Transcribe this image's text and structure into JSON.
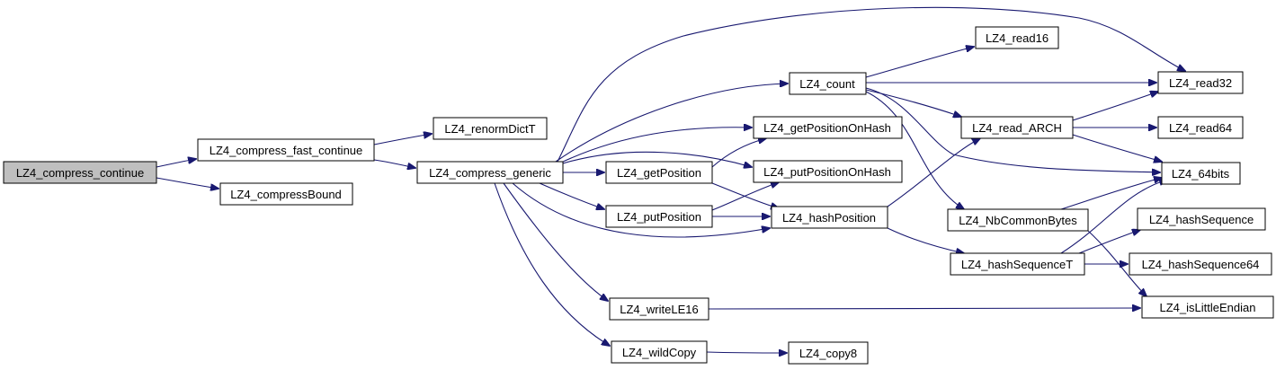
{
  "graph": {
    "edge_color": "#191970",
    "root_fill": "#bfbfbf",
    "node_fill": "#ffffff",
    "nodes": [
      {
        "id": "compress_continue",
        "label": "LZ4_compress_continue",
        "root": true
      },
      {
        "id": "compress_fast_continue",
        "label": "LZ4_compress_fast_continue"
      },
      {
        "id": "compressBound",
        "label": "LZ4_compressBound"
      },
      {
        "id": "renormDictT",
        "label": "LZ4_renormDictT"
      },
      {
        "id": "compress_generic",
        "label": "LZ4_compress_generic"
      },
      {
        "id": "count",
        "label": "LZ4_count"
      },
      {
        "id": "getPositionOnHash",
        "label": "LZ4_getPositionOnHash"
      },
      {
        "id": "putPositionOnHash",
        "label": "LZ4_putPositionOnHash"
      },
      {
        "id": "getPosition",
        "label": "LZ4_getPosition"
      },
      {
        "id": "putPosition",
        "label": "LZ4_putPosition"
      },
      {
        "id": "hashPosition",
        "label": "LZ4_hashPosition"
      },
      {
        "id": "writeLE16",
        "label": "LZ4_writeLE16"
      },
      {
        "id": "wildCopy",
        "label": "LZ4_wildCopy"
      },
      {
        "id": "copy8",
        "label": "LZ4_copy8"
      },
      {
        "id": "read16",
        "label": "LZ4_read16"
      },
      {
        "id": "read_ARCH",
        "label": "LZ4_read_ARCH"
      },
      {
        "id": "NbCommonBytes",
        "label": "LZ4_NbCommonBytes"
      },
      {
        "id": "hashSequenceT",
        "label": "LZ4_hashSequenceT"
      },
      {
        "id": "read32",
        "label": "LZ4_read32"
      },
      {
        "id": "read64",
        "label": "LZ4_read64"
      },
      {
        "id": "is64bits",
        "label": "LZ4_64bits"
      },
      {
        "id": "hashSequence",
        "label": "LZ4_hashSequence"
      },
      {
        "id": "hashSequence64",
        "label": "LZ4_hashSequence64"
      },
      {
        "id": "isLittleEndian",
        "label": "LZ4_isLittleEndian"
      }
    ],
    "edges": [
      {
        "from": "compress_continue",
        "to": "compress_fast_continue"
      },
      {
        "from": "compress_continue",
        "to": "compressBound"
      },
      {
        "from": "compress_fast_continue",
        "to": "renormDictT"
      },
      {
        "from": "compress_fast_continue",
        "to": "compress_generic"
      },
      {
        "from": "compress_generic",
        "to": "count"
      },
      {
        "from": "compress_generic",
        "to": "read32"
      },
      {
        "from": "compress_generic",
        "to": "getPositionOnHash"
      },
      {
        "from": "compress_generic",
        "to": "putPositionOnHash"
      },
      {
        "from": "compress_generic",
        "to": "getPosition"
      },
      {
        "from": "compress_generic",
        "to": "putPosition"
      },
      {
        "from": "compress_generic",
        "to": "hashPosition"
      },
      {
        "from": "compress_generic",
        "to": "writeLE16"
      },
      {
        "from": "compress_generic",
        "to": "wildCopy"
      },
      {
        "from": "getPosition",
        "to": "getPositionOnHash"
      },
      {
        "from": "getPosition",
        "to": "hashPosition"
      },
      {
        "from": "putPosition",
        "to": "putPositionOnHash"
      },
      {
        "from": "putPosition",
        "to": "hashPosition"
      },
      {
        "from": "wildCopy",
        "to": "copy8"
      },
      {
        "from": "writeLE16",
        "to": "isLittleEndian"
      },
      {
        "from": "count",
        "to": "read16"
      },
      {
        "from": "count",
        "to": "read32"
      },
      {
        "from": "count",
        "to": "read_ARCH"
      },
      {
        "from": "count",
        "to": "is64bits"
      },
      {
        "from": "count",
        "to": "NbCommonBytes"
      },
      {
        "from": "hashPosition",
        "to": "read_ARCH"
      },
      {
        "from": "hashPosition",
        "to": "hashSequenceT"
      },
      {
        "from": "read_ARCH",
        "to": "read32"
      },
      {
        "from": "read_ARCH",
        "to": "read64"
      },
      {
        "from": "read_ARCH",
        "to": "is64bits"
      },
      {
        "from": "NbCommonBytes",
        "to": "is64bits"
      },
      {
        "from": "NbCommonBytes",
        "to": "isLittleEndian"
      },
      {
        "from": "hashSequenceT",
        "to": "is64bits"
      },
      {
        "from": "hashSequenceT",
        "to": "hashSequence"
      },
      {
        "from": "hashSequenceT",
        "to": "hashSequence64"
      }
    ]
  }
}
